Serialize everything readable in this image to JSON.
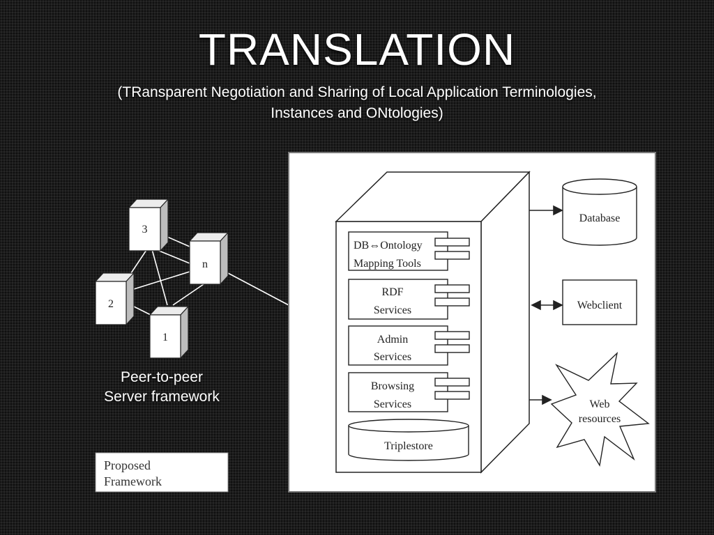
{
  "slide": {
    "title": "TRANSLATION",
    "subtitle_line1": "(TRansparent Negotiation and Sharing of Local Application Terminologies,",
    "subtitle_line2": "Instances and ONtologies)"
  },
  "peer_network": {
    "nodes": [
      "3",
      "n",
      "2",
      "1"
    ],
    "label_line1": "Peer-to-peer",
    "label_line2": "Server framework"
  },
  "framework": {
    "caption_line1": "Proposed",
    "caption_line2": "Framework",
    "server_components": [
      {
        "line1": "DB⇔Ontology",
        "line2": "Mapping Tools"
      },
      {
        "line1": "RDF",
        "line2": "Services"
      },
      {
        "line1": "Admin",
        "line2": "Services"
      },
      {
        "line1": "Browsing",
        "line2": "Services"
      }
    ],
    "triplestore": "Triplestore",
    "external": {
      "database": "Database",
      "webclient": "Webclient",
      "web_resources_line1": "Web",
      "web_resources_line2": "resources"
    }
  },
  "colors": {
    "background": "#1c1c1c",
    "text": "#ffffff",
    "line": "#222222"
  }
}
